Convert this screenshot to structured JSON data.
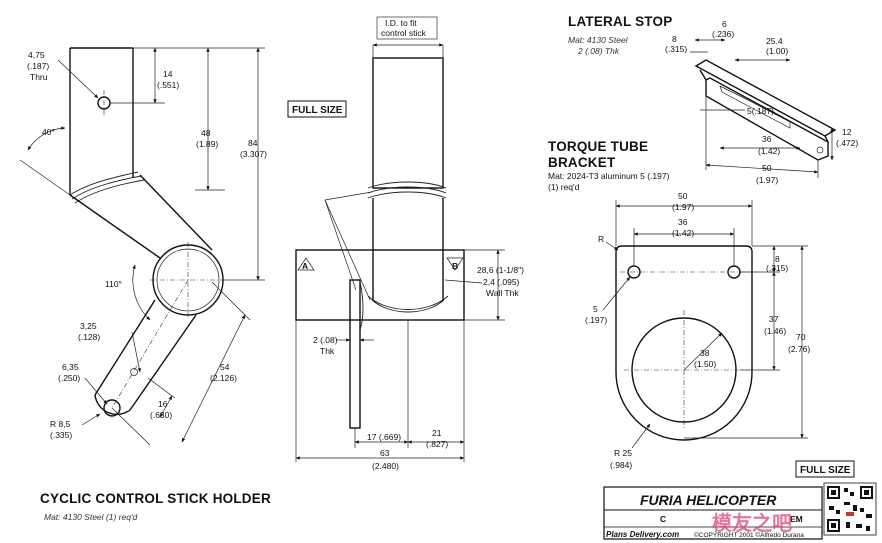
{
  "titles": {
    "cyclic_holder": "CYCLIC CONTROL STICK HOLDER",
    "cyclic_material": "Mat: 4130 Steel (1) req'd",
    "lateral_stop": "LATERAL STOP",
    "lateral_material_1": "Mat: 4130 Steel",
    "lateral_material_2": "2 (.08) Thk",
    "torque_tube_1": "TORQUE TUBE",
    "torque_tube_2": "BRACKET",
    "torque_material_1": "Mat: 2024-T3 aluminum 5 (.197)",
    "torque_material_2": "(1) req'd"
  },
  "boxes": {
    "full_size_top": "FULL SIZE",
    "full_size_bottom": "FULL SIZE"
  },
  "stick_holder_dims": {
    "hole_dia_1": "4,75",
    "hole_dia_2": "(.187)",
    "hole_dia_3": "Thru",
    "d14_1": "14",
    "d14_2": "(.551)",
    "angle40": "40°",
    "d48_1": "48",
    "d48_2": "(1.89)",
    "d84_1": "84",
    "d84_2": "(3.307)",
    "angle110": "110°",
    "d325_1": "3,25",
    "d325_2": "(.128)",
    "d635_1": "6,35",
    "d635_2": "(.250)",
    "d54_1": "54",
    "d54_2": "(2.126)",
    "d16_1": "16",
    "d16_2": "(.630)",
    "r85_1": "R 8,5",
    "r85_2": "(.335)"
  },
  "side_view_dims": {
    "id_note_1": "I.D. to fit",
    "id_note_2": "control stick",
    "label_a": "A",
    "label_b": "B",
    "tube_od": "28,6 (1-1/8\")",
    "wall_1": "2,4 (.095)",
    "wall_2": "Wall Thk",
    "thk_1": "2 (.08)",
    "thk_2": "Thk",
    "d17": "17 (.669)",
    "d21_1": "21",
    "d21_2": "(.827)",
    "d63_1": "63",
    "d63_2": "(2.480)"
  },
  "lateral_dims": {
    "d6_1": "6",
    "d6_2": "(.236)",
    "d8_1": "8",
    "d8_2": "(.315)",
    "d254_1": "25.4",
    "d254_2": "(1.00)",
    "d5": "5(.187)",
    "d36_1": "36",
    "d36_2": "(1.42)",
    "d50_1": "50",
    "d50_2": "(1.97)",
    "d12_1": "12",
    "d12_2": "(.472)"
  },
  "bracket_dims": {
    "d50_1": "50",
    "d50_2": "(1.97)",
    "d36_1": "36",
    "d36_2": "(1.42)",
    "r": "R",
    "d8_1": "8",
    "d8_2": "(.315)",
    "d5_1": "5",
    "d5_2": "(.197)",
    "d37_1": "37",
    "d37_2": "(1.46)",
    "d38_1": "38",
    "d38_2": "(1.50)",
    "d70_1": "70",
    "d70_2": "(2.76)",
    "r25_1": "R 25",
    "r25_2": "(.984)"
  },
  "title_block": {
    "brand": "FURIA HELICOPTER",
    "row1": "C",
    "row1b": "EM",
    "plans": "Plans Delivery.com",
    "copyright": "©COPYRIGHT 2001 ©Alfredo Durana",
    "watermark": "模友之吧"
  }
}
